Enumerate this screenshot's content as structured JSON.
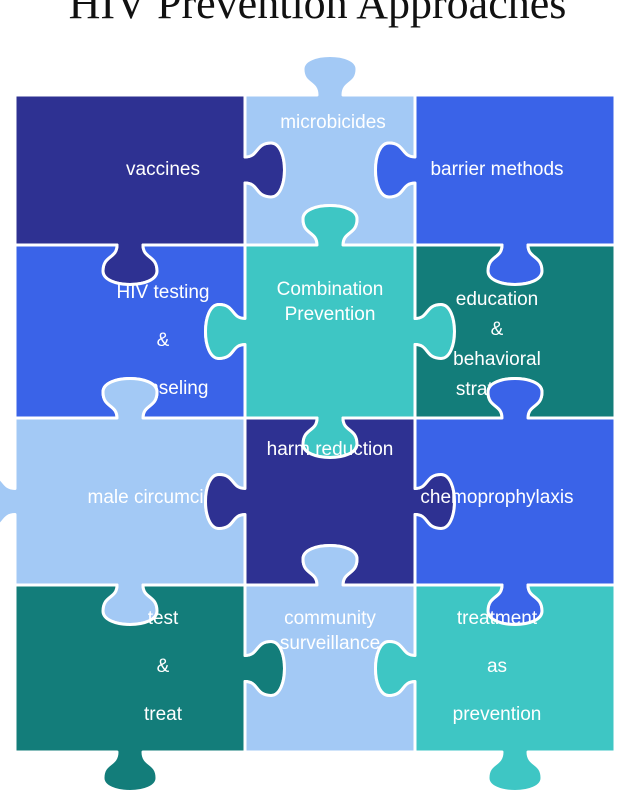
{
  "title": "HIV Prevention Approaches",
  "colors": {
    "navy": "#2e3192",
    "royal_blue": "#3a63e8",
    "light_blue": "#a3c9f5",
    "teal": "#137d7a",
    "turquoise": "#3ec6c4",
    "text": "#ffffff"
  },
  "pieces": [
    {
      "id": "vaccines",
      "color": "navy",
      "lines": [
        "vaccines"
      ]
    },
    {
      "id": "microbicides",
      "color": "light_blue",
      "lines": [
        "microbicides"
      ]
    },
    {
      "id": "barrier-methods",
      "color": "royal_blue",
      "lines": [
        "barrier methods"
      ]
    },
    {
      "id": "hiv-testing",
      "color": "royal_blue",
      "lines": [
        "HIV testing",
        "&",
        "counseling"
      ]
    },
    {
      "id": "combination-prevention",
      "color": "turquoise",
      "lines": [
        "Combination",
        "Prevention"
      ]
    },
    {
      "id": "education",
      "color": "teal",
      "lines": [
        "education",
        "&",
        "behavioral",
        "strategies"
      ]
    },
    {
      "id": "male-circumcision",
      "color": "light_blue",
      "lines": [
        "male circumcision"
      ]
    },
    {
      "id": "harm-reduction",
      "color": "navy",
      "lines": [
        "harm reduction"
      ]
    },
    {
      "id": "chemoprophylaxis",
      "color": "royal_blue",
      "lines": [
        "chemoprophylaxis"
      ]
    },
    {
      "id": "test-treat",
      "color": "teal",
      "lines": [
        "test",
        "&",
        "treat"
      ]
    },
    {
      "id": "community-surveillance",
      "color": "light_blue",
      "lines": [
        "community",
        "surveillance"
      ]
    },
    {
      "id": "treatment-prevention",
      "color": "turquoise",
      "lines": [
        "treatment",
        "as",
        "prevention"
      ]
    }
  ]
}
